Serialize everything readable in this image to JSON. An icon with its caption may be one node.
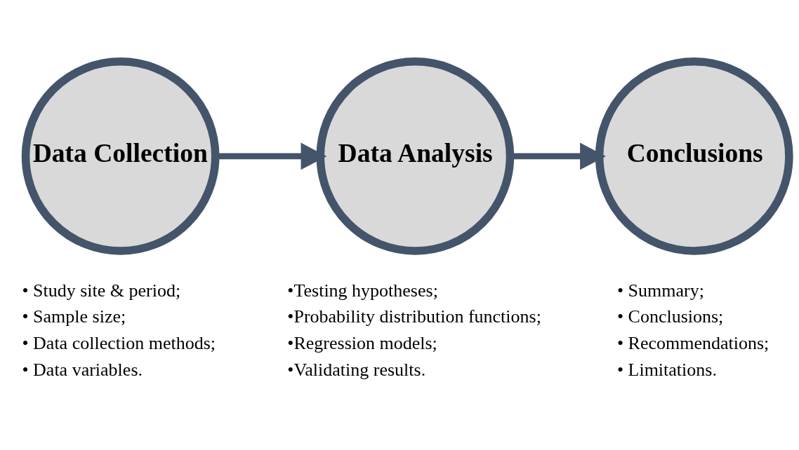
{
  "diagram": {
    "nodes": [
      {
        "text": [
          "Data Collection"
        ],
        "beside": [
          "• Study site & period;",
          "• Sample size;",
          "• Data collection methods;",
          "• Data variables."
        ]
      },
      {
        "text": [
          "Data Analysis"
        ],
        "beside": [
          "•Testing hypotheses;",
          "•Probability distribution functions;",
          "•Regression models;",
          "•Validating results."
        ]
      },
      {
        "text": [
          "Conclusions"
        ],
        "beside": [
          "• Summary;",
          "• Conclusions;",
          "• Recommendations;",
          "• Limitations."
        ]
      }
    ],
    "edges": [
      {
        "from": 0,
        "to": 1,
        "arrow": "to"
      },
      {
        "from": 1,
        "to": 2,
        "arrow": "to"
      }
    ]
  }
}
